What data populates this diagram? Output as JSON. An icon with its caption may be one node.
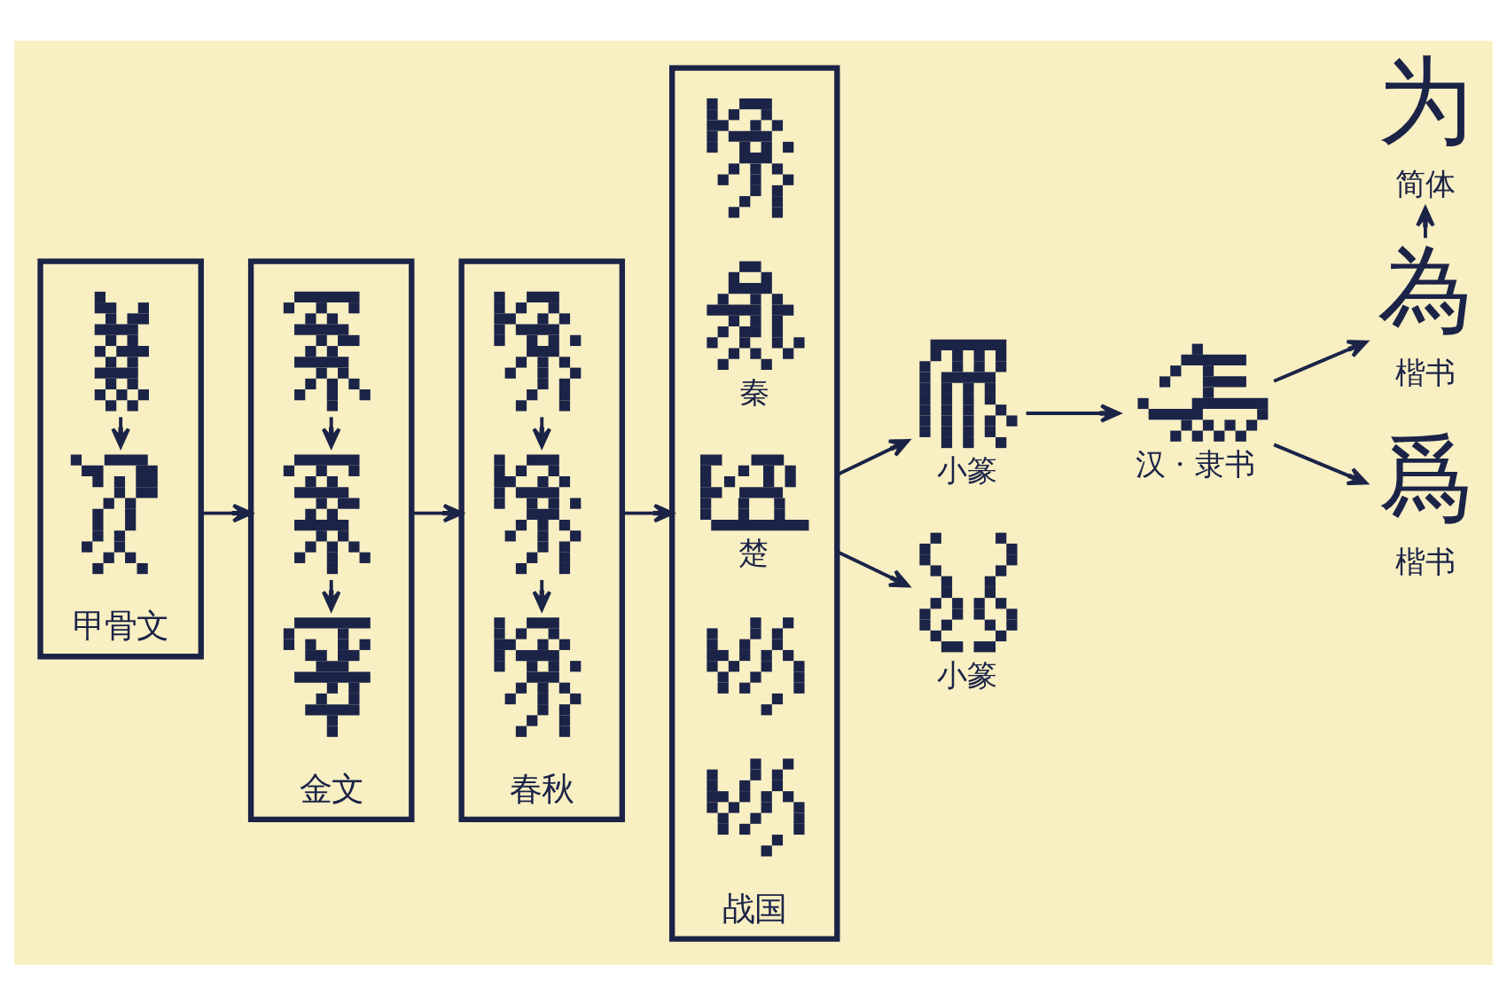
{
  "diagram": {
    "nodes": [
      {
        "text": [
          "甲骨文"
        ]
      },
      {
        "text": [],
        "shape": "picture",
        "in": 0
      },
      {
        "text": [],
        "shape": "picture",
        "in": 0
      },
      {
        "text": [
          "金文"
        ]
      },
      {
        "text": [],
        "shape": "picture",
        "in": 3
      },
      {
        "text": [],
        "shape": "picture",
        "in": 3
      },
      {
        "text": [],
        "shape": "picture",
        "in": 3
      },
      {
        "text": [
          "春秋"
        ]
      },
      {
        "text": [],
        "shape": "picture",
        "in": 7
      },
      {
        "text": [],
        "shape": "picture",
        "in": 7
      },
      {
        "text": [],
        "shape": "picture",
        "in": 7
      },
      {
        "text": [
          "战国"
        ]
      },
      {
        "text": [],
        "shape": "picture",
        "in": 11
      },
      {
        "text": [],
        "shape": "picture",
        "in": 11,
        "beside": [
          "秦"
        ]
      },
      {
        "text": [],
        "shape": "picture",
        "in": 11,
        "beside": [
          "楚"
        ]
      },
      {
        "text": [],
        "shape": "picture",
        "in": 11
      },
      {
        "text": [],
        "shape": "picture",
        "in": 11
      },
      {
        "text": [],
        "shape": "picture",
        "beside": [
          "小篆"
        ]
      },
      {
        "text": [],
        "shape": "picture",
        "beside": [
          "小篆"
        ]
      },
      {
        "text": [],
        "shape": "picture",
        "beside": [
          "汉 · 隶书"
        ]
      },
      {
        "text": [
          "为"
        ],
        "beside": [
          "简体"
        ]
      },
      {
        "text": [
          "為"
        ],
        "beside": [
          "楷书"
        ]
      },
      {
        "text": [
          "爲"
        ],
        "beside": [
          "楷书"
        ]
      }
    ],
    "edges": [
      {
        "from": 1,
        "to": 2,
        "arrow": "to"
      },
      {
        "from": 0,
        "to": 3,
        "arrow": "to"
      },
      {
        "from": 4,
        "to": 5,
        "arrow": "to"
      },
      {
        "from": 5,
        "to": 6,
        "arrow": "to"
      },
      {
        "from": 3,
        "to": 7,
        "arrow": "to"
      },
      {
        "from": 8,
        "to": 9,
        "arrow": "to"
      },
      {
        "from": 9,
        "to": 10,
        "arrow": "to"
      },
      {
        "from": 7,
        "to": 11,
        "arrow": "to"
      },
      {
        "from": 11,
        "to": 17,
        "arrow": "to"
      },
      {
        "from": 11,
        "to": 18,
        "arrow": "to"
      },
      {
        "from": 17,
        "to": 19,
        "arrow": "to"
      },
      {
        "from": 19,
        "to": 21,
        "arrow": "to"
      },
      {
        "from": 19,
        "to": 22,
        "arrow": "to"
      },
      {
        "from": 21,
        "to": 20,
        "arrow": "to"
      }
    ]
  }
}
